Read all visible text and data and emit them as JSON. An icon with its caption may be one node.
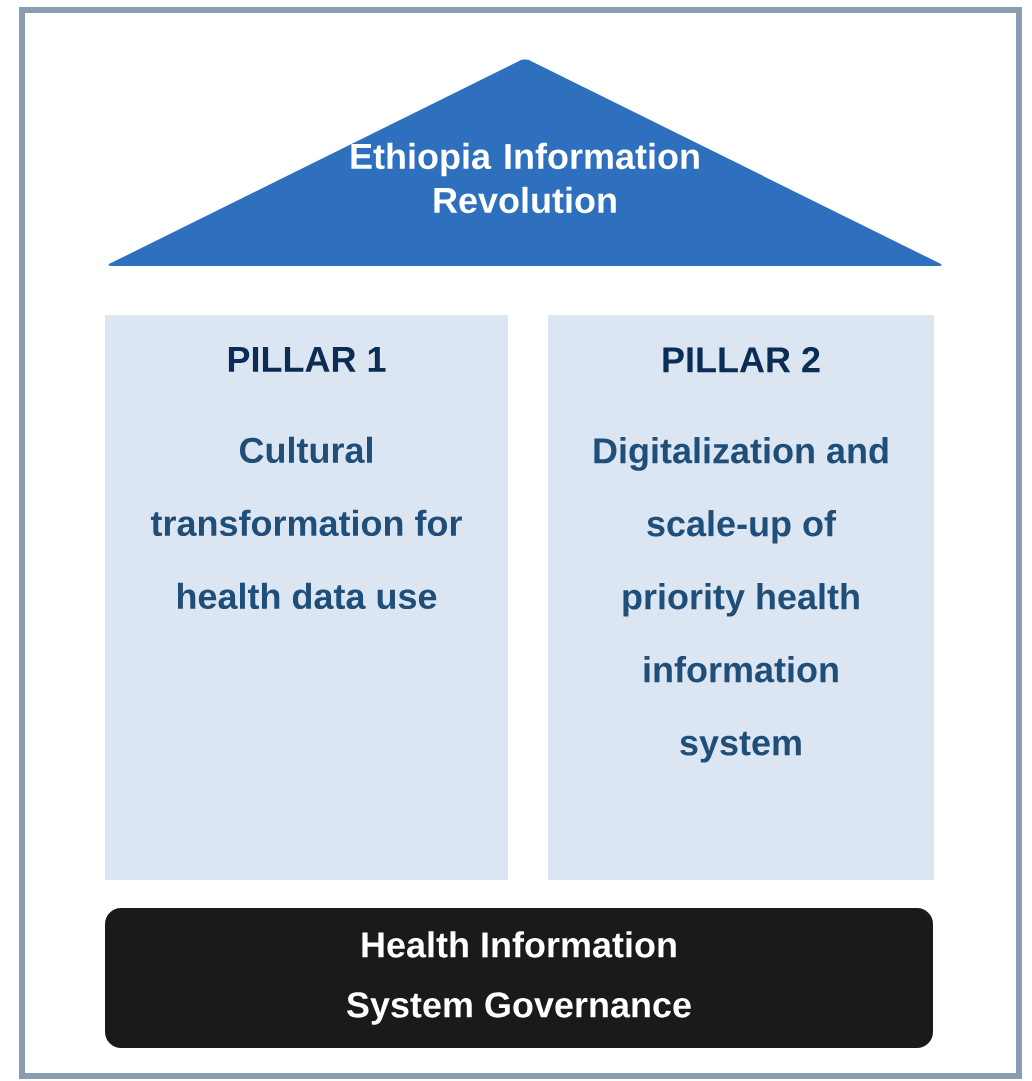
{
  "diagram": {
    "nodes": [
      {
        "text": [
          "Ethiopia Information Revolution"
        ]
      },
      {
        "text": [
          "PILLAR 1",
          "Cultural transformation for health data use"
        ]
      },
      {
        "text": [
          "PILLAR 2",
          "Digitalization and scale-up of priority health information system"
        ]
      },
      {
        "text": [
          "Health Information System Governance"
        ]
      }
    ]
  }
}
